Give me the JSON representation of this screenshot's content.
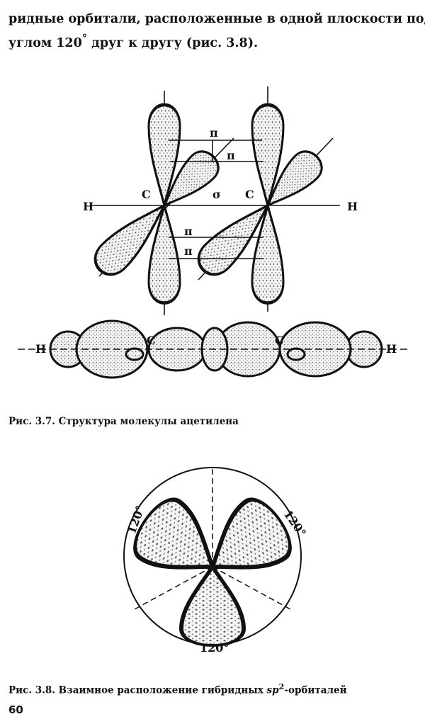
{
  "text": {
    "line1": "ридные орбитали, расположенные в одной плоскости под",
    "line2_pre": "углом 120",
    "line2_deg": "°",
    "line2_post": " друг к другу (рис. 3.8)."
  },
  "figure_3_7": {
    "caption": "Рис. 3.7. Структура молекулы ацетилена",
    "labels": {
      "h_left": "H",
      "h_right": "H",
      "c_left": "C",
      "c_right": "C",
      "sigma": "σ",
      "pi": "π"
    },
    "linear": {
      "h_left": "H",
      "h_right": "H",
      "c_left": "C",
      "c_right": "C"
    }
  },
  "figure_3_8": {
    "caption_pre": "Рис. 3.8. Взаимное расположение гибридных ",
    "caption_sp": "sp",
    "caption_sup": "2",
    "caption_post": "-орбиталей",
    "angle_left": "120°",
    "angle_right": "120°",
    "angle_bottom": "120°"
  },
  "page_number": "60"
}
